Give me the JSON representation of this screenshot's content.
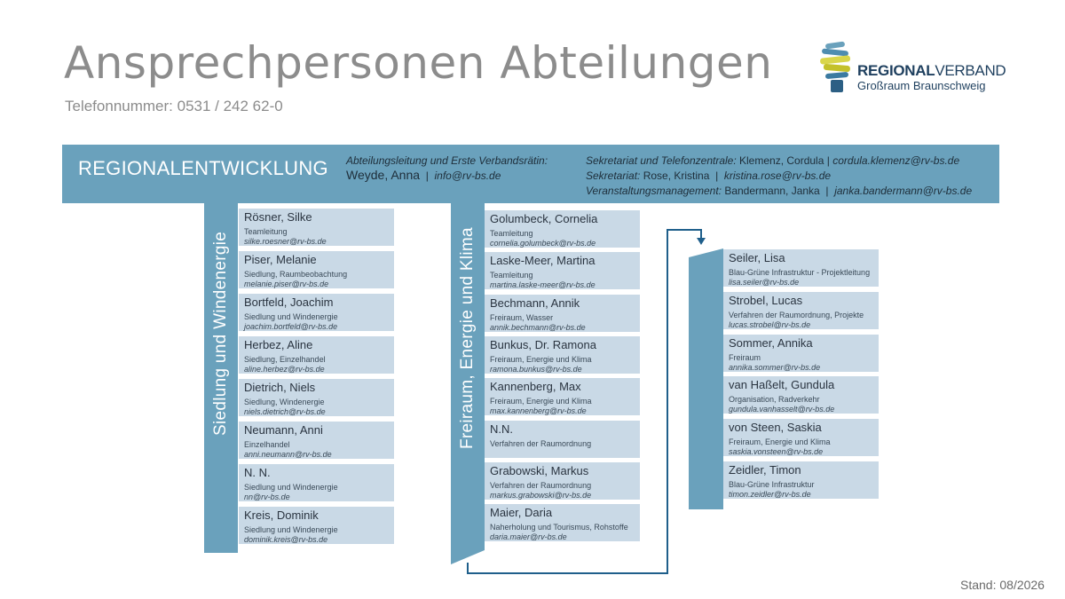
{
  "header": {
    "title": "Ansprechpersonen Abteilungen",
    "phone": "Telefonnummer: 0531 / 242 62-0"
  },
  "logo": {
    "name_bold": "REGIONAL",
    "name_regular": "VERBAND",
    "subtitle": "Großraum Braunschweig"
  },
  "department": {
    "name": "REGIONALENTWICKLUNG",
    "lead_role": "Abteilungsleitung und Erste Verbandsrätin:",
    "lead_name": "Weyde, Anna",
    "lead_sep": "|",
    "lead_email": "info@rv-bs.de",
    "secretariat": [
      {
        "role": "Sekretariat und Telefonzentrale:",
        "name": "Klemenz, Cordula",
        "sep": "|",
        "email": "cordula.klemenz@rv-bs.de"
      },
      {
        "role": "Sekretariat:",
        "name": "Rose, Kristina",
        "sep": "|",
        "email": "kristina.rose@rv-bs.de"
      },
      {
        "role": "Veranstaltungsmanagement:",
        "name": "Bandermann, Janka",
        "sep": "|",
        "email": "janka.bandermann@rv-bs.de"
      }
    ]
  },
  "teams": [
    {
      "label": "Siedlung und Windenergie",
      "people": [
        {
          "name": "Rösner, Silke",
          "role": "Teamleitung",
          "email": "silke.roesner@rv-bs.de"
        },
        {
          "name": "Piser, Melanie",
          "role": "Siedlung, Raumbeobachtung",
          "email": "melanie.piser@rv-bs.de"
        },
        {
          "name": "Bortfeld, Joachim",
          "role": "Siedlung und Windenergie",
          "email": "joachim.bortfeld@rv-bs.de"
        },
        {
          "name": "Herbez, Aline",
          "role": "Siedlung, Einzelhandel",
          "email": "aline.herbez@rv-bs.de"
        },
        {
          "name": "Dietrich, Niels",
          "role": "Siedlung, Windenergie",
          "email": "niels.dietrich@rv-bs.de"
        },
        {
          "name": "Neumann, Anni",
          "role": "Einzelhandel",
          "email": "anni.neumann@rv-bs.de"
        },
        {
          "name": "N. N.",
          "role": "Siedlung und Windenergie",
          "email": "nn@rv-bs.de"
        },
        {
          "name": "Kreis, Dominik",
          "role": "Siedlung und Windenergie",
          "email": "dominik.kreis@rv-bs.de"
        }
      ]
    },
    {
      "label": "Freiraum, Energie und Klima",
      "people": [
        {
          "name": "Golumbeck, Cornelia",
          "role": "Teamleitung",
          "email": "cornelia.golumbeck@rv-bs.de"
        },
        {
          "name": "Laske-Meer, Martina",
          "role": "Teamleitung",
          "email": "martina.laske-meer@rv-bs.de"
        },
        {
          "name": "Bechmann, Annik",
          "role": "Freiraum, Wasser",
          "email": "annik.bechmann@rv-bs.de"
        },
        {
          "name": "Bunkus, Dr. Ramona",
          "role": "Freiraum, Energie und Klima",
          "email": "ramona.bunkus@rv-bs.de"
        },
        {
          "name": "Kannenberg, Max",
          "role": "Freiraum, Energie und Klima",
          "email": "max.kannenberg@rv-bs.de"
        },
        {
          "name": "N.N.",
          "role": "Verfahren der Raumordnung",
          "email": ""
        },
        {
          "name": "Grabowski, Markus",
          "role": "Verfahren der Raumordnung",
          "email": "markus.grabowski@rv-bs.de"
        },
        {
          "name": "Maier, Daria",
          "role": "Naherholung und Tourismus, Rohstoffe",
          "email": "daria.maier@rv-bs.de"
        }
      ]
    },
    {
      "label": "",
      "people": [
        {
          "name": "Seiler, Lisa",
          "role": "Blau-Grüne Infrastruktur - Projektleitung",
          "email": "lisa.seiler@rv-bs.de"
        },
        {
          "name": "Strobel, Lucas",
          "role": "Verfahren der Raumordnung, Projekte",
          "email": "lucas.strobel@rv-bs.de"
        },
        {
          "name": "Sommer, Annika",
          "role": "Freiraum",
          "email": "annika.sommer@rv-bs.de"
        },
        {
          "name": "van Haßelt, Gundula",
          "role": "Organisation, Radverkehr",
          "email": "gundula.vanhasselt@rv-bs.de"
        },
        {
          "name": "von Steen, Saskia",
          "role": "Freiraum, Energie und Klima",
          "email": "saskia.vonsteen@rv-bs.de"
        },
        {
          "name": "Zeidler, Timon",
          "role": "Blau-Grüne Infrastruktur",
          "email": "timon.zeidler@rv-bs.de"
        }
      ]
    }
  ],
  "footer": {
    "stand": "Stand: 08/2026"
  },
  "colors": {
    "bar": "#6aa1bc",
    "card": "#c9d9e6",
    "arrow": "#1f5f8b",
    "title": "#8c8c8c"
  }
}
